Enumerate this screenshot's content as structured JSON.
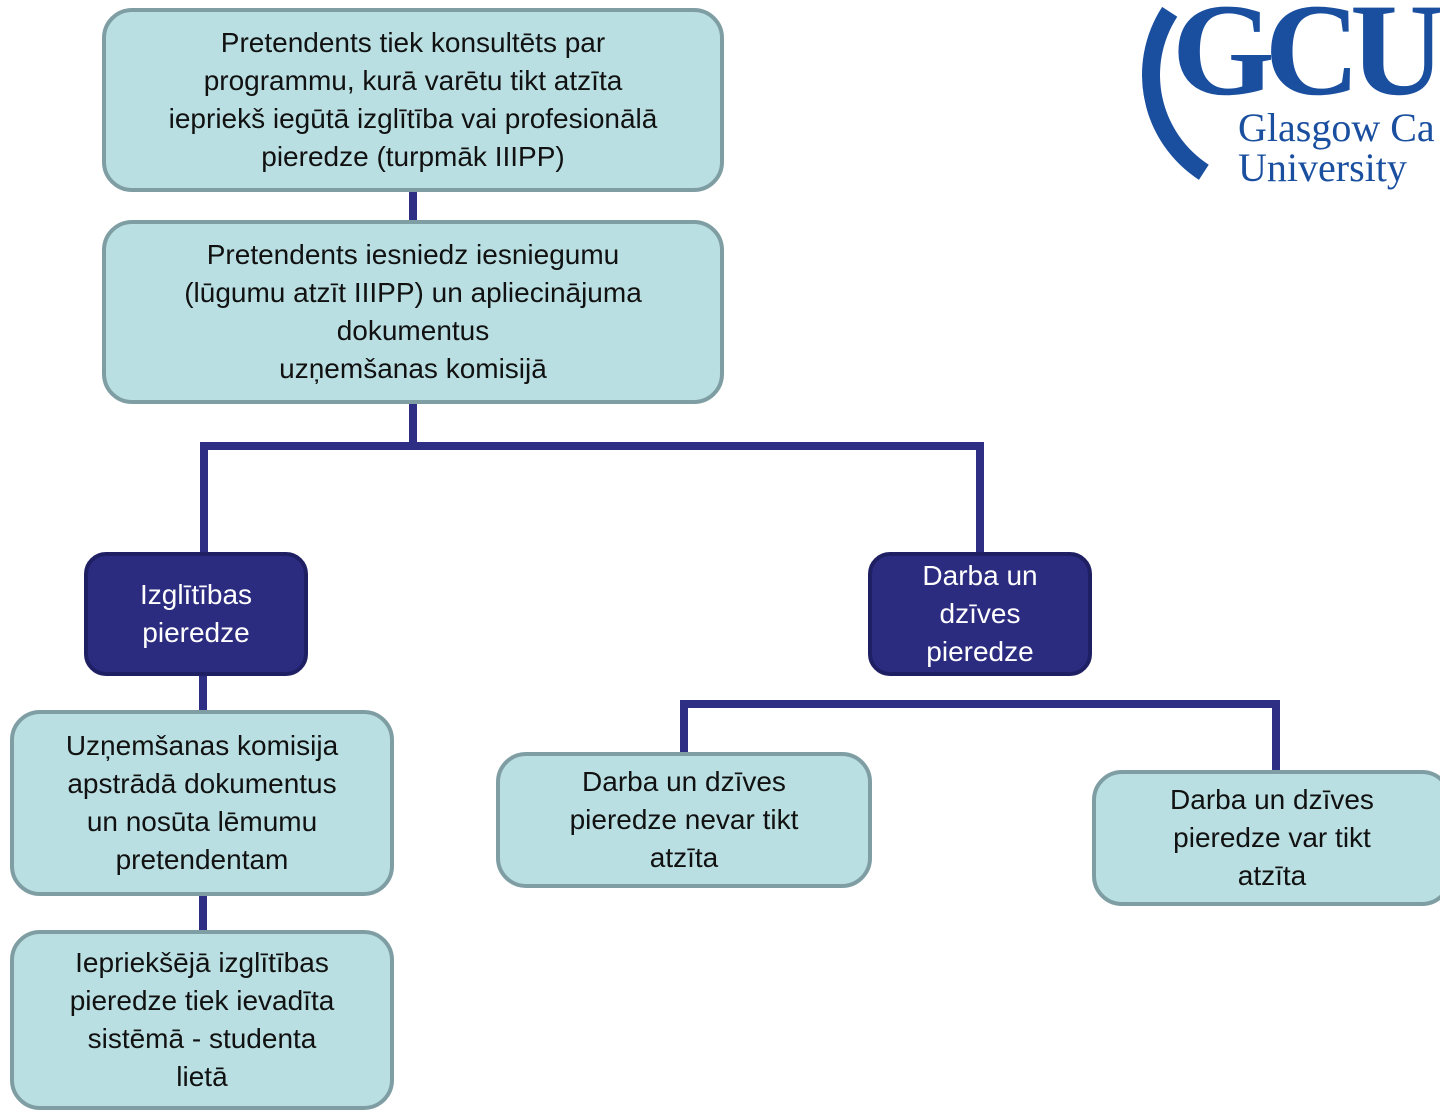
{
  "logo": {
    "mark": "GCU",
    "line1": "Glasgow Ca",
    "line2": "University"
  },
  "colors": {
    "light_fill": "#b9dfe2",
    "light_border": "#7f9ea3",
    "dark_fill": "#2b2b80",
    "connector": "#2e2e85"
  },
  "nodes": {
    "consult": "Pretendents tiek konsultēts par\nprogrammu, kurā varētu tikt atzīta\niepriekš iegūtā izglītība vai profesionālā\npieredze (turpmāk IIIPP)",
    "submit": "Pretendents iesniedz iesniegumu\n(lūgumu atzīt IIIPP) un apliecinājuma\ndokumentus\nuzņemšanas komisijā",
    "education": "Izglītības\npieredze",
    "work": "Darba un\ndzīves\npieredze",
    "committee": "Uzņemšanas komisija\napstrādā dokumentus\nun nosūta lēmumu\npretendentam",
    "entered": "Iepriekšējā izglītības\npieredze tiek ievadīta\nsistēmā - studenta\nlietā",
    "cannot": "Darba un dzīves\npieredze nevar tikt\natzīta",
    "can": "Darba un dzīves\npieredze var tikt\natzīta"
  }
}
